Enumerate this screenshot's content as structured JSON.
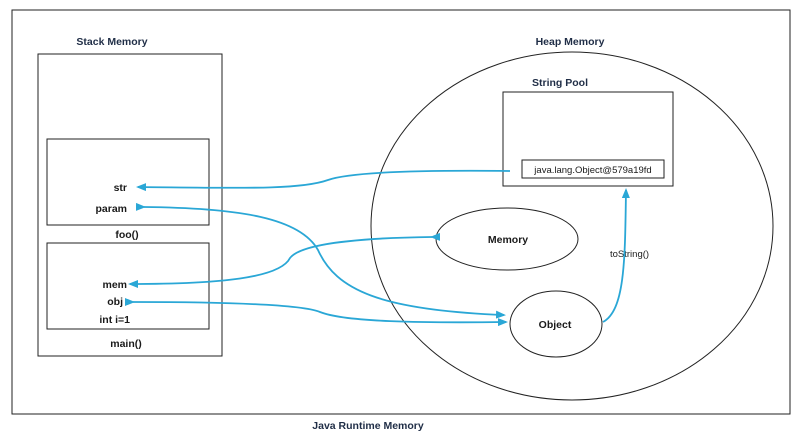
{
  "colors": {
    "arrow": "#2aa7d6",
    "border": "#222222",
    "title": "#1f2d46"
  },
  "diagram": {
    "outer_title": "Java Runtime Memory",
    "stack": {
      "title": "Stack Memory",
      "foo_frame": {
        "label": "foo()",
        "vars": [
          "str",
          "param"
        ]
      },
      "main_frame": {
        "label": "main()",
        "vars": [
          "mem",
          "obj",
          "int i=1"
        ]
      }
    },
    "heap": {
      "title": "Heap Memory",
      "string_pool": {
        "title": "String Pool",
        "entry": "java.lang.Object@579a19fd"
      },
      "memory_object": "Memory",
      "object_object": "Object",
      "tostring_label": "toString()"
    }
  }
}
